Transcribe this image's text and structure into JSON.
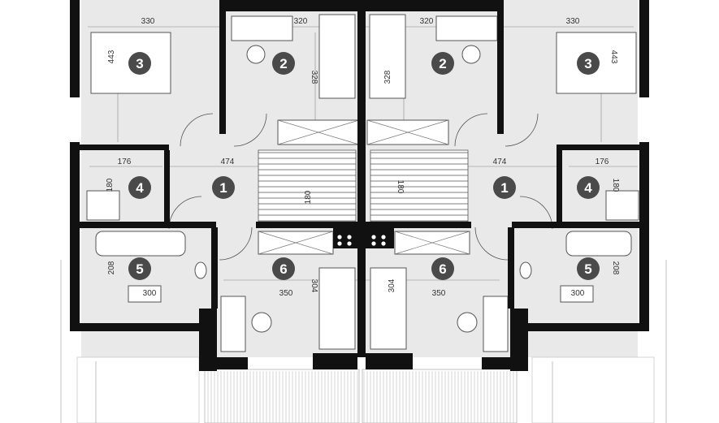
{
  "colors": {
    "wall": "#111111",
    "floor": "#e9e9e9",
    "badge": "#4a4a4a",
    "line": "#777777",
    "terrace": "#ffffff"
  },
  "rooms": [
    {
      "id": "room-3-left",
      "number": "3",
      "dim_w": "330",
      "dim_h": "443"
    },
    {
      "id": "room-2-left",
      "number": "2",
      "dim_w": "320",
      "dim_h": "328"
    },
    {
      "id": "room-2-right",
      "number": "2",
      "dim_w": "320",
      "dim_h": "328"
    },
    {
      "id": "room-3-right",
      "number": "3",
      "dim_w": "330",
      "dim_h": "443"
    },
    {
      "id": "room-1-left",
      "number": "1",
      "dim_w": "474"
    },
    {
      "id": "room-4-left",
      "number": "4",
      "dim_w": "176",
      "dim_h": "180"
    },
    {
      "id": "room-1-right",
      "number": "1",
      "dim_w": "474"
    },
    {
      "id": "room-4-right",
      "number": "4",
      "dim_w": "176",
      "dim_h": "180"
    },
    {
      "id": "room-5-left",
      "number": "5",
      "dim_w": "300",
      "dim_h": "208"
    },
    {
      "id": "room-6-left",
      "number": "6",
      "dim_w": "350",
      "dim_h": "304"
    },
    {
      "id": "room-6-right",
      "number": "6",
      "dim_w": "350",
      "dim_h": "304"
    },
    {
      "id": "room-5-right",
      "number": "5",
      "dim_w": "300",
      "dim_h": "208"
    }
  ],
  "stairs": [
    {
      "id": "stair-left",
      "dim": "180"
    },
    {
      "id": "stair-right",
      "dim": "180"
    }
  ]
}
